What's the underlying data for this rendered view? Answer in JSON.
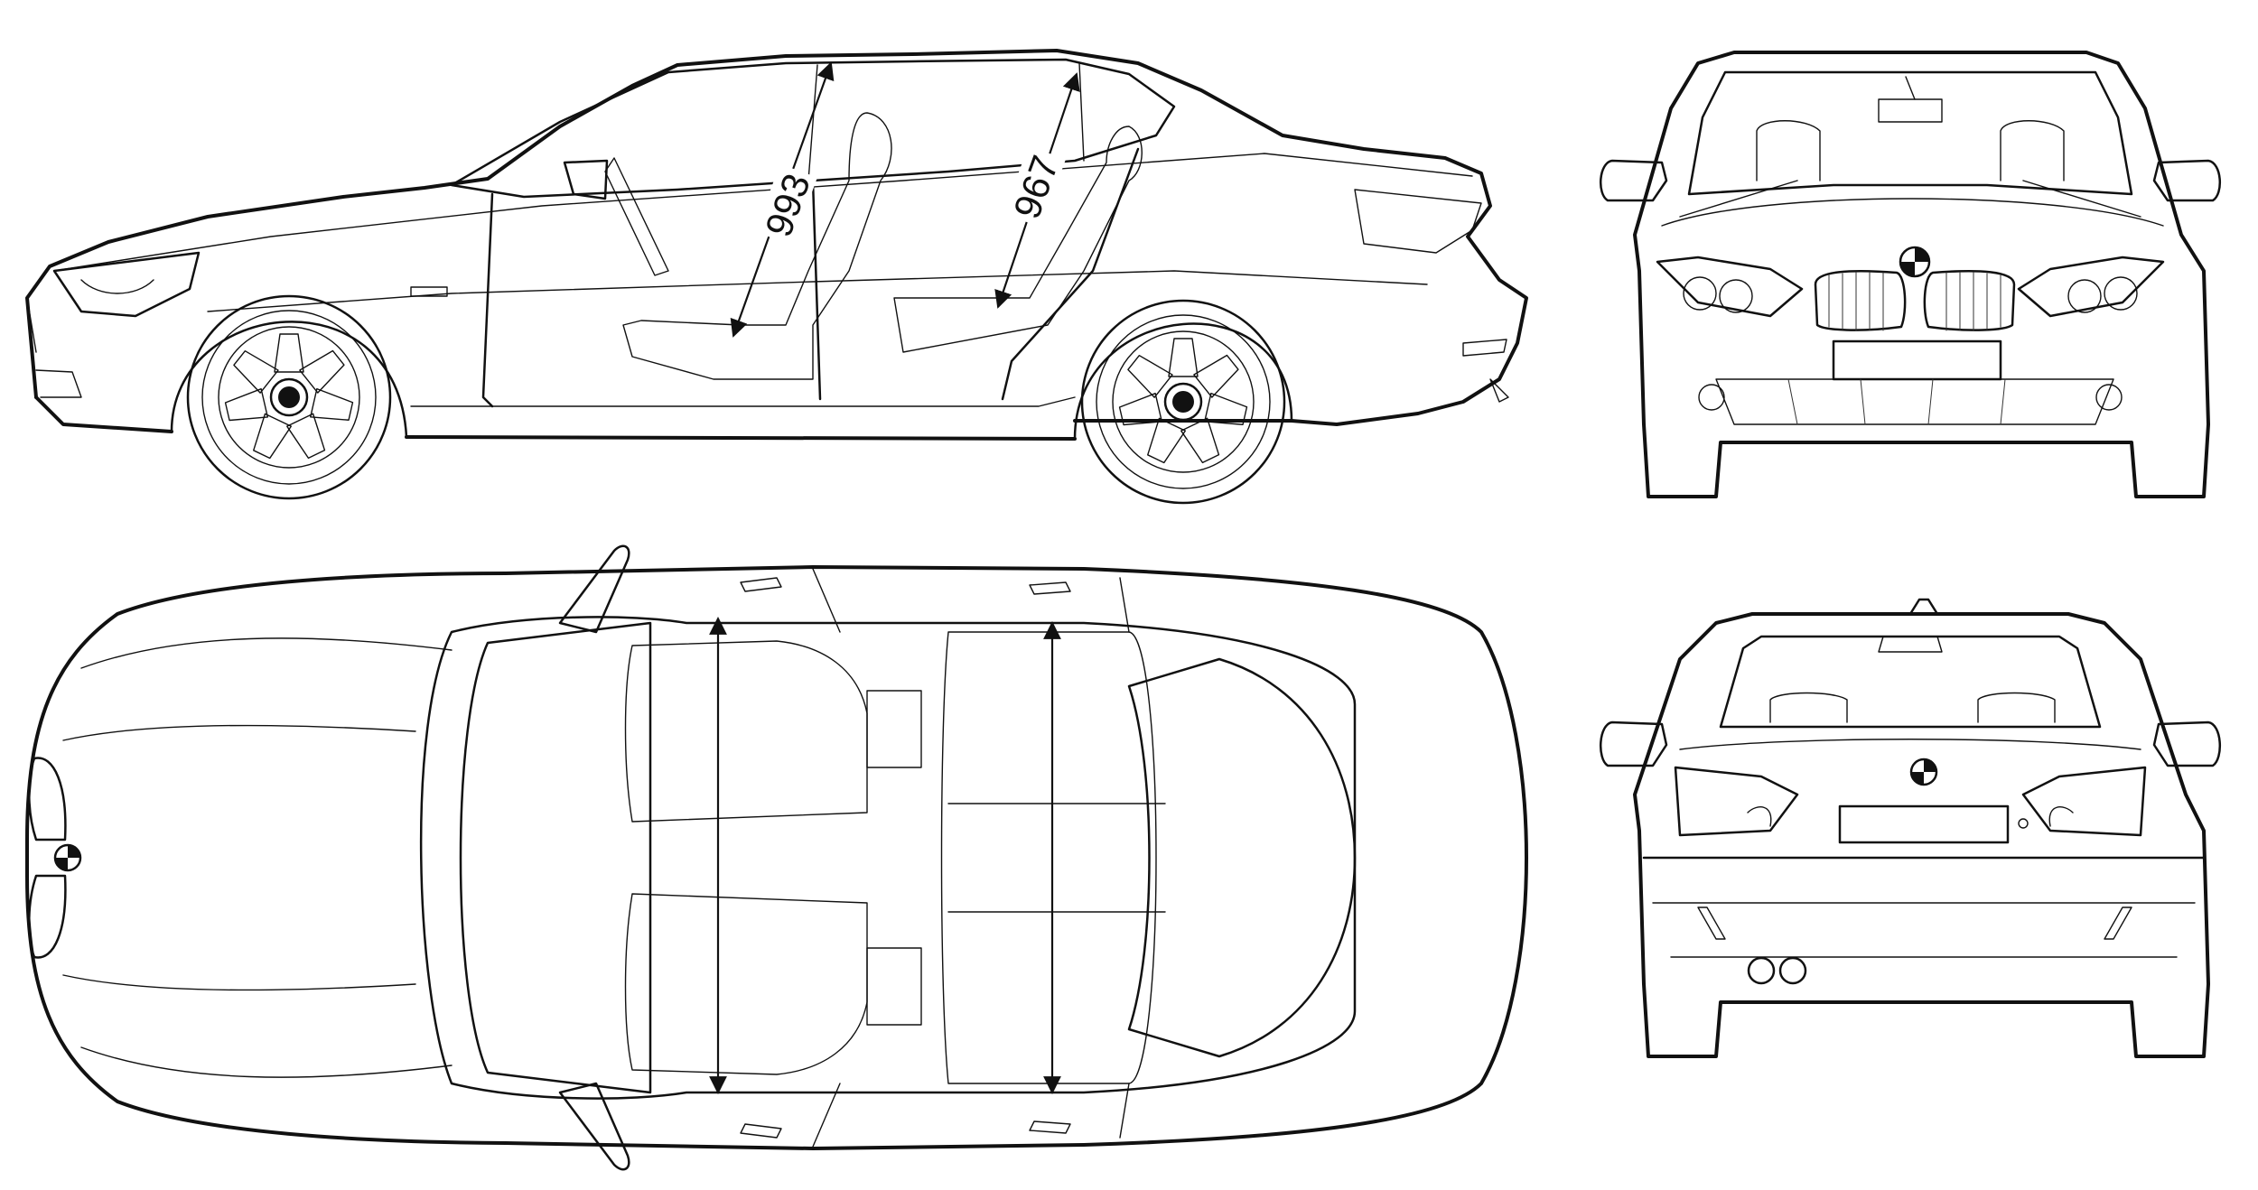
{
  "drawing": {
    "views": [
      "side",
      "front",
      "top",
      "rear"
    ],
    "colors": {
      "line": "#111111",
      "background": "#ffffff"
    },
    "dimensions": {
      "front_headroom": "993",
      "rear_headroom": "967"
    }
  }
}
